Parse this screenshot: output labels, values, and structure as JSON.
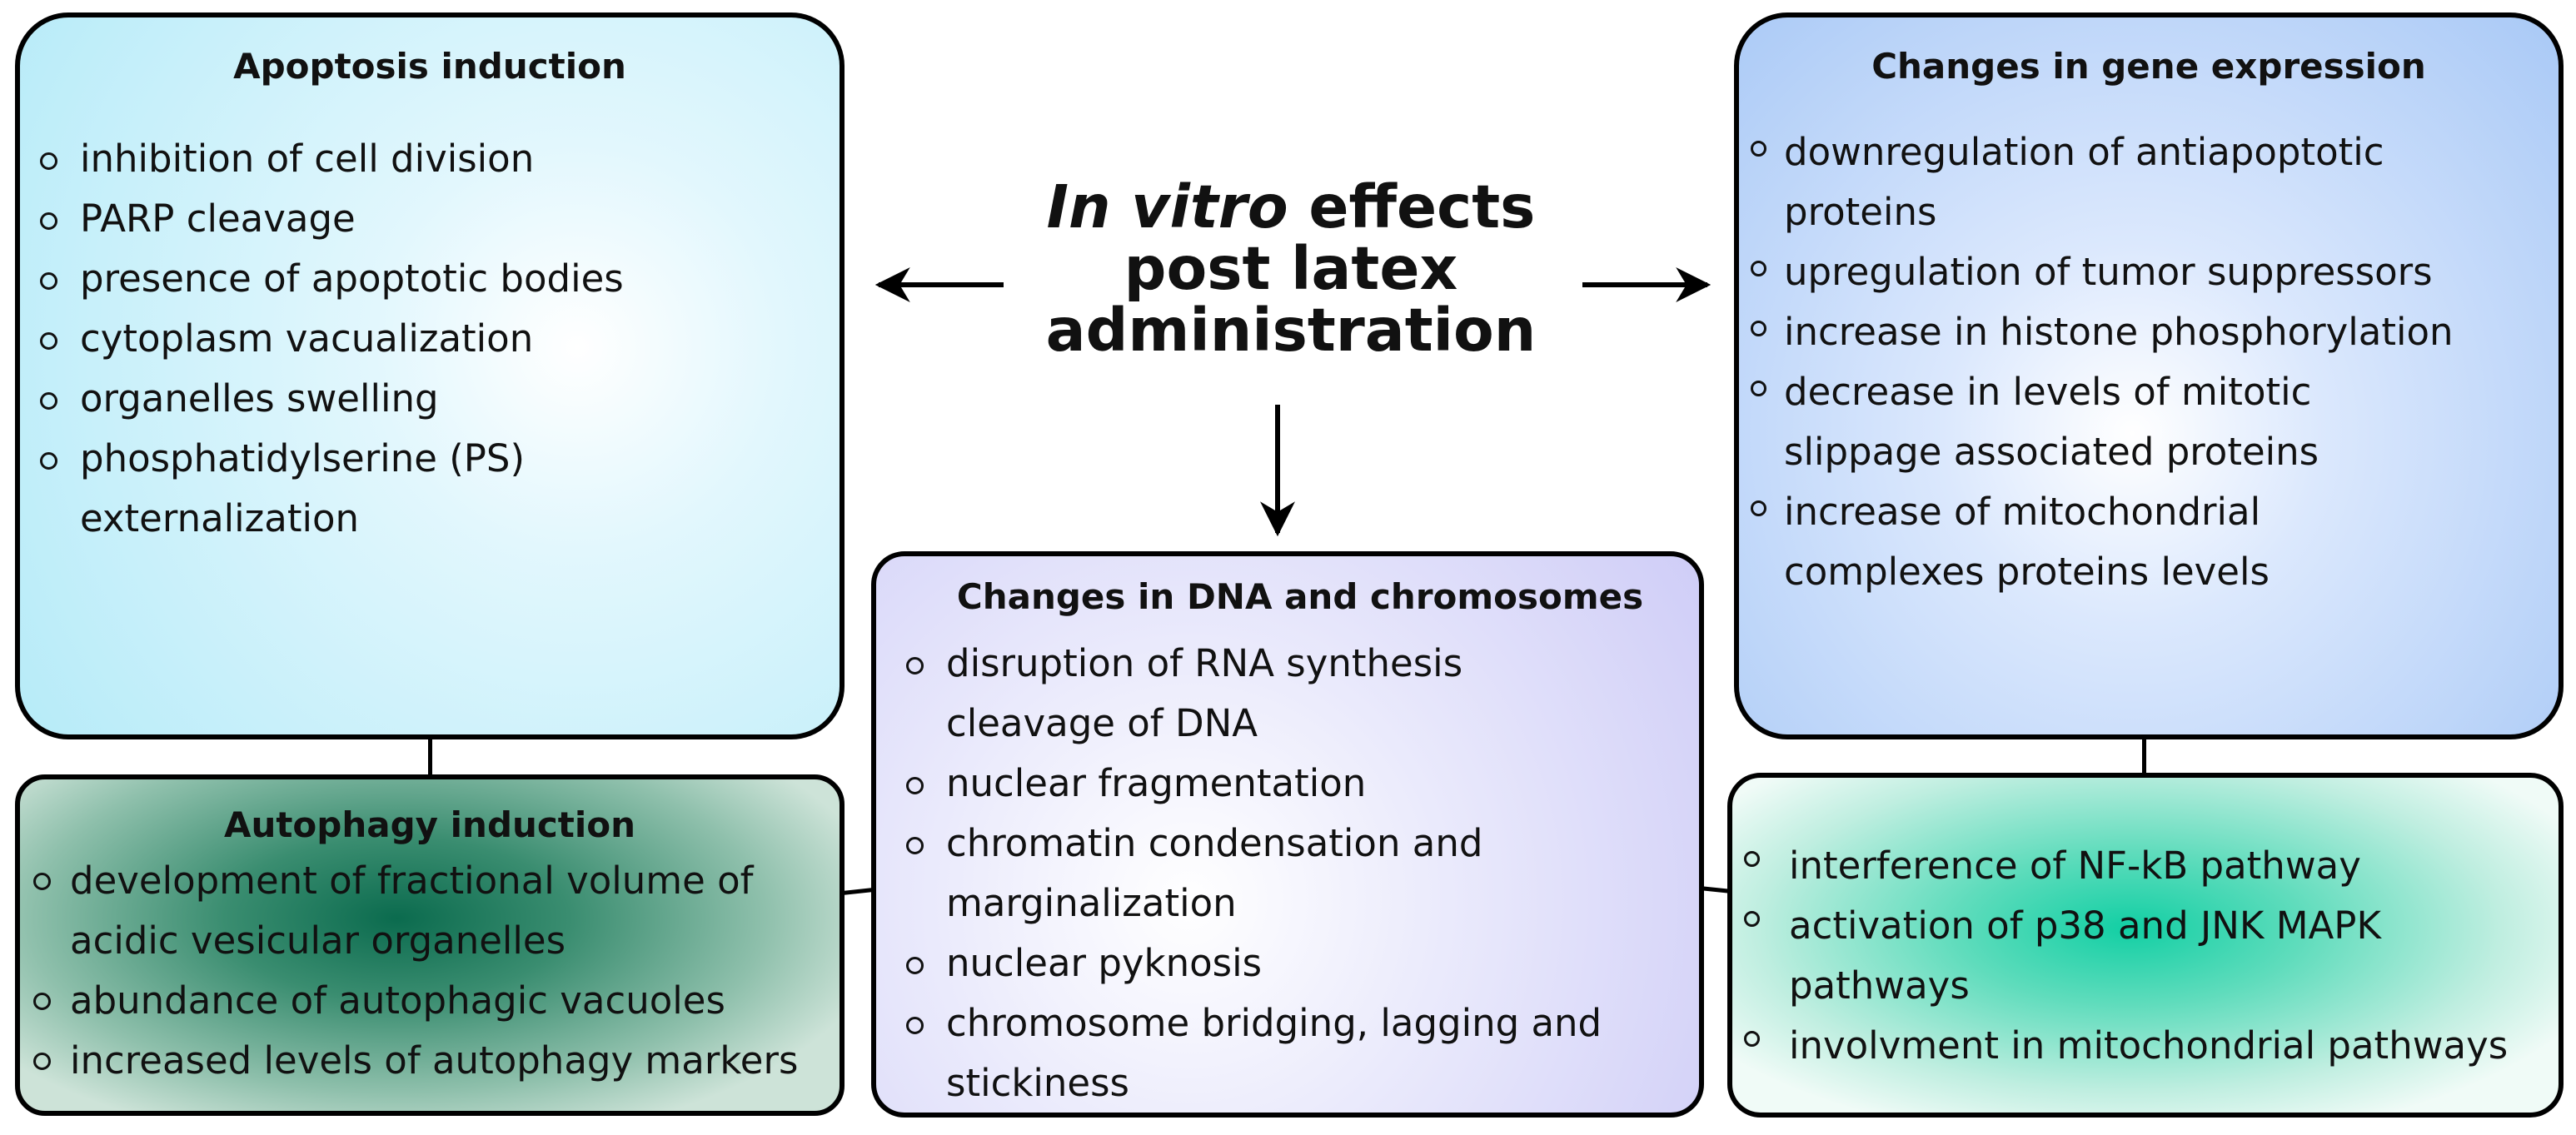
{
  "title": {
    "italic": "In vitro",
    "rest_line1": " effects",
    "line2": "post latex",
    "line3": "administration"
  },
  "boxes": {
    "apoptosis": {
      "heading": "Apoptosis induction",
      "items": [
        "inhibition of cell division",
        "PARP cleavage",
        "presence of apoptotic bodies",
        "cytoplasm vacualization",
        "organelles swelling",
        "phosphatidylserine (PS) externalization"
      ]
    },
    "gene": {
      "heading": "Changes in gene expression",
      "items": [
        "downregulation of antiapoptotic proteins",
        "upregulation of tumor suppressors",
        "increase in histone phosphorylation",
        "decrease in levels of mitotic slippage associated proteins",
        "increase of mitochondrial complexes proteins levels"
      ]
    },
    "autophagy": {
      "heading": "Autophagy induction",
      "items": [
        "development of fractional volume of acidic vesicular organelles",
        "abundance of autophagic vacuoles",
        "increased levels of autophagy markers"
      ]
    },
    "dna": {
      "heading": "Changes in DNA and chromosomes",
      "items": [
        "disruption of RNA synthesis cleavage of DNA",
        "nuclear fragmentation",
        "chromatin condensation and marginalization",
        "nuclear pyknosis",
        "chromosome bridging, lagging and stickiness"
      ]
    },
    "pathways": {
      "items": [
        "interference of NF-kB pathway",
        "activation of p38 and JNK MAPK pathways",
        "involvment in mitochondrial pathways"
      ]
    }
  }
}
